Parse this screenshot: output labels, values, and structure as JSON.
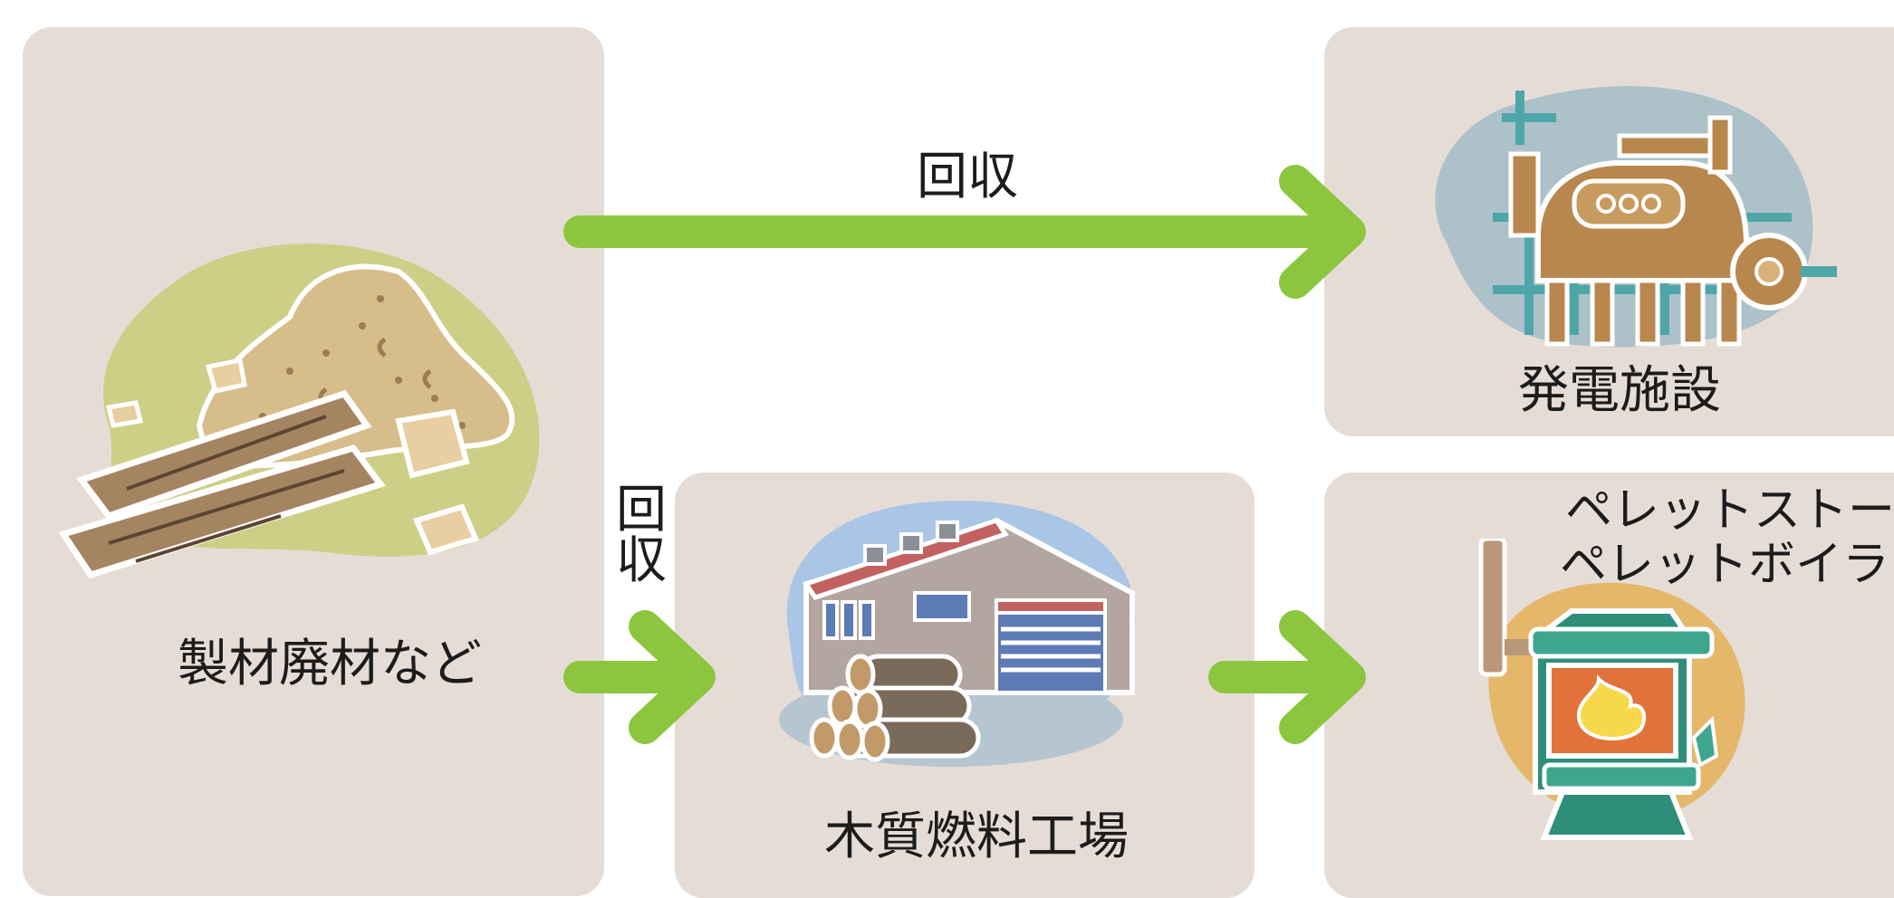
{
  "diagram": {
    "nodes": {
      "source": {
        "label": "製材廃材など"
      },
      "power_plant": {
        "label": "発電施設"
      },
      "fuel_factory": {
        "label": "木質燃料工場"
      },
      "stove": {
        "label_line1": "ペレットストーブ",
        "label_line2": "ペレットボイラー"
      }
    },
    "edges": {
      "to_power_plant": {
        "label": "回収"
      },
      "to_fuel_factory": {
        "label_line1": "回",
        "label_line2": "収"
      },
      "to_stove": {
        "label": ""
      }
    }
  },
  "colors": {
    "panel_bg": "#e6dcd6",
    "arrow_green": "#8cc63e",
    "text": "#1c1c1c"
  }
}
